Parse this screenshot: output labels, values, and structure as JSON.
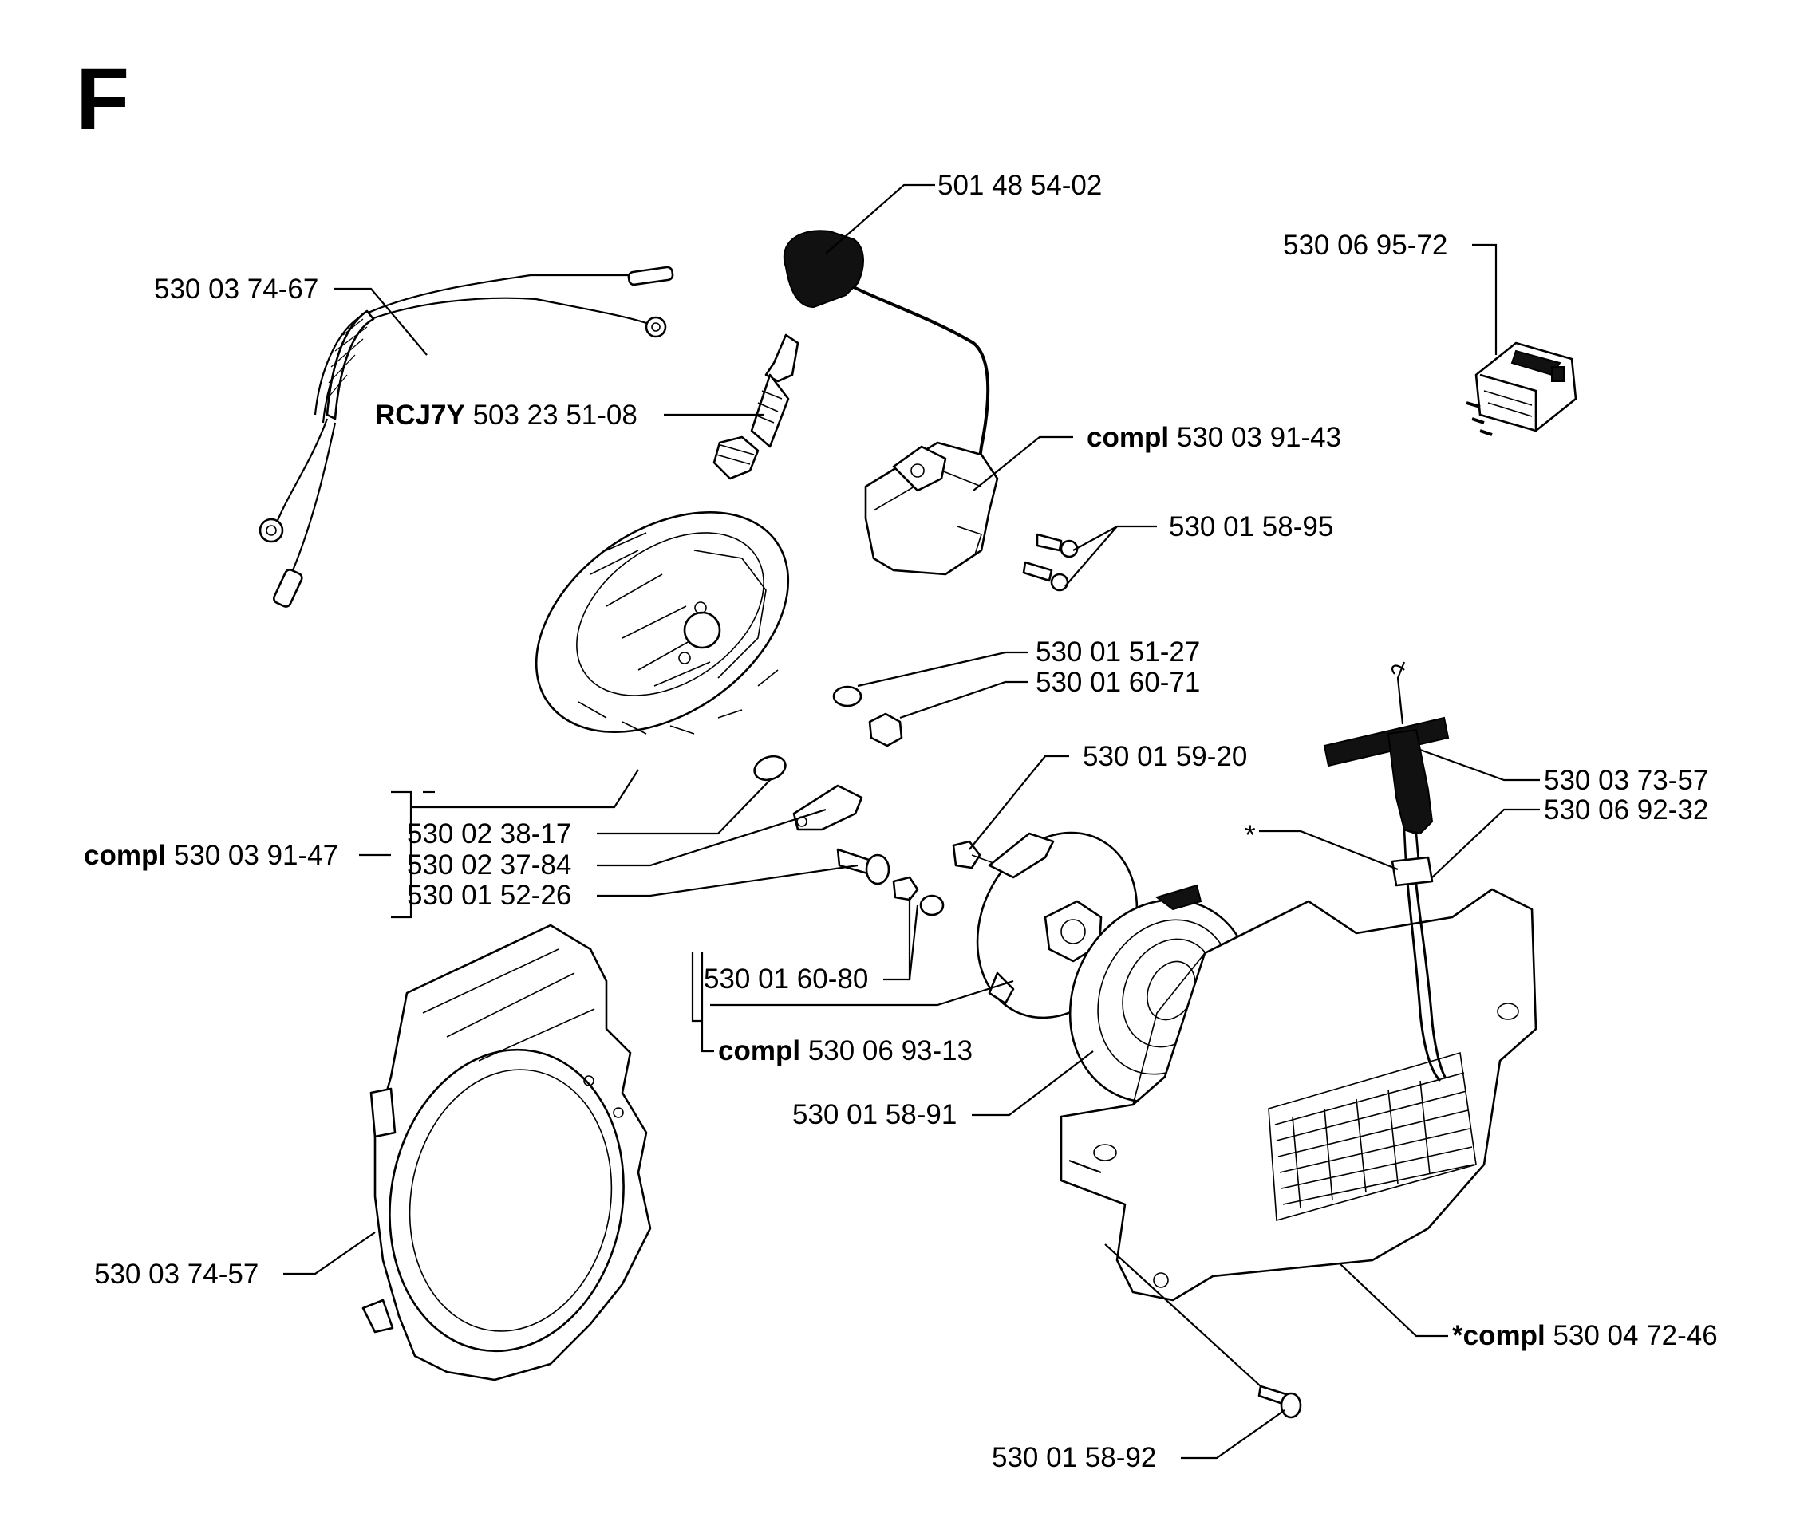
{
  "section_letter": "F",
  "labels": {
    "ignition_lead": "501 48 54-02",
    "switch": "530 06 95-72",
    "wire_harness": "530 03 74-67",
    "spark_plug_bold": "RCJ7Y",
    "spark_plug_num": "503 23 51-08",
    "ignition_module_bold": "compl",
    "ignition_module_num": "530 03 91-43",
    "module_screws": "530 01 58-95",
    "washer": "530 01 51-27",
    "nut": "530 01 60-71",
    "pawl_screw": "530 01 59-20",
    "starter_handle": "530 03 73-57",
    "starter_cord": "530 06 92-32",
    "cord_star": "*",
    "flywheel_bold": "compl",
    "flywheel_num": "530 03 91-47",
    "spring": "530 02 38-17",
    "pawl": "530 02 37-84",
    "pawl_pin": "530 01 52-26",
    "pulley_screw": "530 01 60-80",
    "pulley_bold": "compl",
    "pulley_num": "530 06 93-13",
    "recoil_spring": "530 01 58-91",
    "fan_housing": "530 03 74-57",
    "starter_bold": "*compl",
    "starter_num": "530 04 72-46",
    "housing_screw": "530 01 58-92"
  }
}
